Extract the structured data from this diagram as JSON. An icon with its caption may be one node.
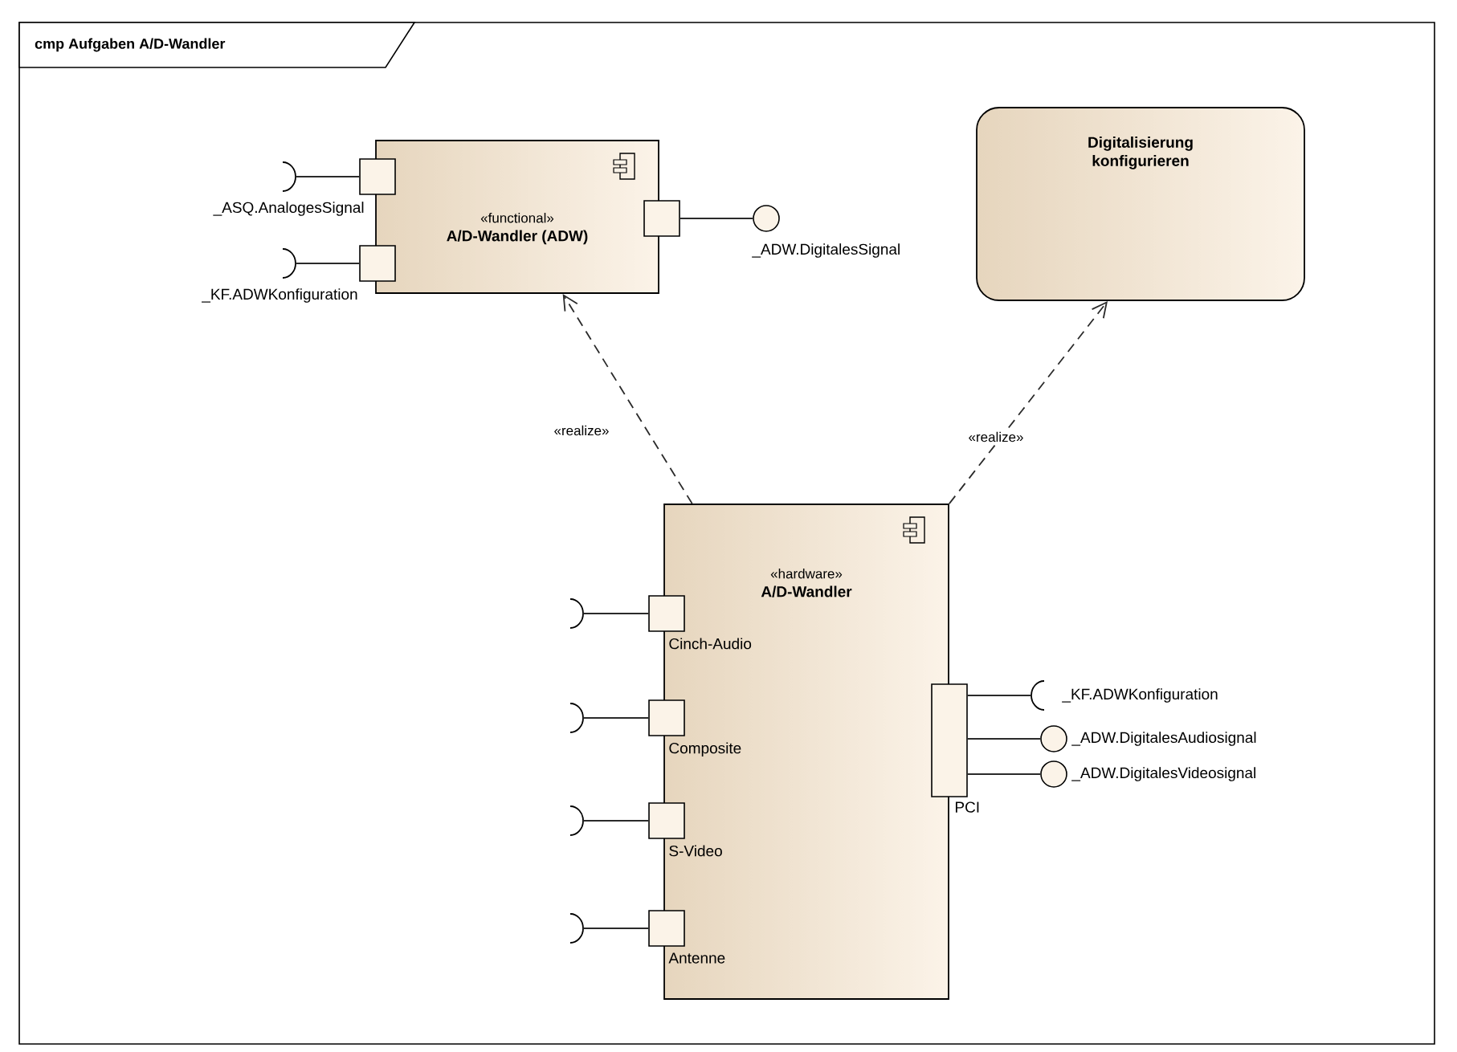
{
  "diagram": {
    "title": "cmp Aufgaben A/D-Wandler",
    "nodes": [
      {
        "text": [
          "«functional»",
          "A/D-Wandler (ADW)"
        ]
      },
      {
        "text": [],
        "shape": "box"
      },
      {
        "text": [],
        "shape": "box"
      },
      {
        "text": [],
        "shape": "box"
      },
      {
        "text": [],
        "shape": "socket",
        "beside": [
          "_ASQ.AnalogesSignal"
        ]
      },
      {
        "text": [],
        "shape": "socket",
        "beside": [
          "_KF.ADWKonfiguration"
        ]
      },
      {
        "text": [],
        "shape": "circle",
        "beside": [
          "_ADW.DigitalesSignal"
        ]
      },
      {
        "text": [
          "Digitalisierung konfigurieren"
        ]
      },
      {
        "text": [
          "«hardware»",
          "A/D-Wandler"
        ]
      },
      {
        "text": [],
        "shape": "box",
        "beside": [
          "Cinch-Audio"
        ]
      },
      {
        "text": [],
        "shape": "box",
        "beside": [
          "Composite"
        ]
      },
      {
        "text": [],
        "shape": "box",
        "beside": [
          "S-Video"
        ]
      },
      {
        "text": [],
        "shape": "box",
        "beside": [
          "Antenne"
        ]
      },
      {
        "text": [],
        "shape": "bar",
        "beside": [
          "PCI"
        ]
      },
      {
        "text": [],
        "shape": "socket"
      },
      {
        "text": [],
        "shape": "socket"
      },
      {
        "text": [],
        "shape": "socket"
      },
      {
        "text": [],
        "shape": "socket"
      },
      {
        "text": [],
        "shape": "socket",
        "beside": [
          "_KF.ADWKonfiguration"
        ]
      },
      {
        "text": [],
        "shape": "circle",
        "beside": [
          "_ADW.DigitalesAudiosignal"
        ]
      },
      {
        "text": [],
        "shape": "circle",
        "beside": [
          "_ADW.DigitalesVideosignal"
        ]
      }
    ],
    "edges": [
      {
        "from": 1,
        "to": 4,
        "arrow": "none"
      },
      {
        "from": 2,
        "to": 5,
        "arrow": "none"
      },
      {
        "from": 3,
        "to": 6,
        "arrow": "none"
      },
      {
        "from": 9,
        "to": 14,
        "arrow": "none"
      },
      {
        "from": 10,
        "to": 15,
        "arrow": "none"
      },
      {
        "from": 11,
        "to": 16,
        "arrow": "none"
      },
      {
        "from": 12,
        "to": 17,
        "arrow": "none"
      },
      {
        "from": 13,
        "to": 18,
        "arrow": "none"
      },
      {
        "from": 13,
        "to": 19,
        "arrow": "none"
      },
      {
        "from": 13,
        "to": 20,
        "arrow": "none"
      },
      {
        "from": 8,
        "to": 0,
        "arrow": "to",
        "style": "dashed",
        "label": "«realize»"
      },
      {
        "from": 8,
        "to": 7,
        "arrow": "to",
        "style": "dashed",
        "label": "«realize»"
      }
    ]
  }
}
